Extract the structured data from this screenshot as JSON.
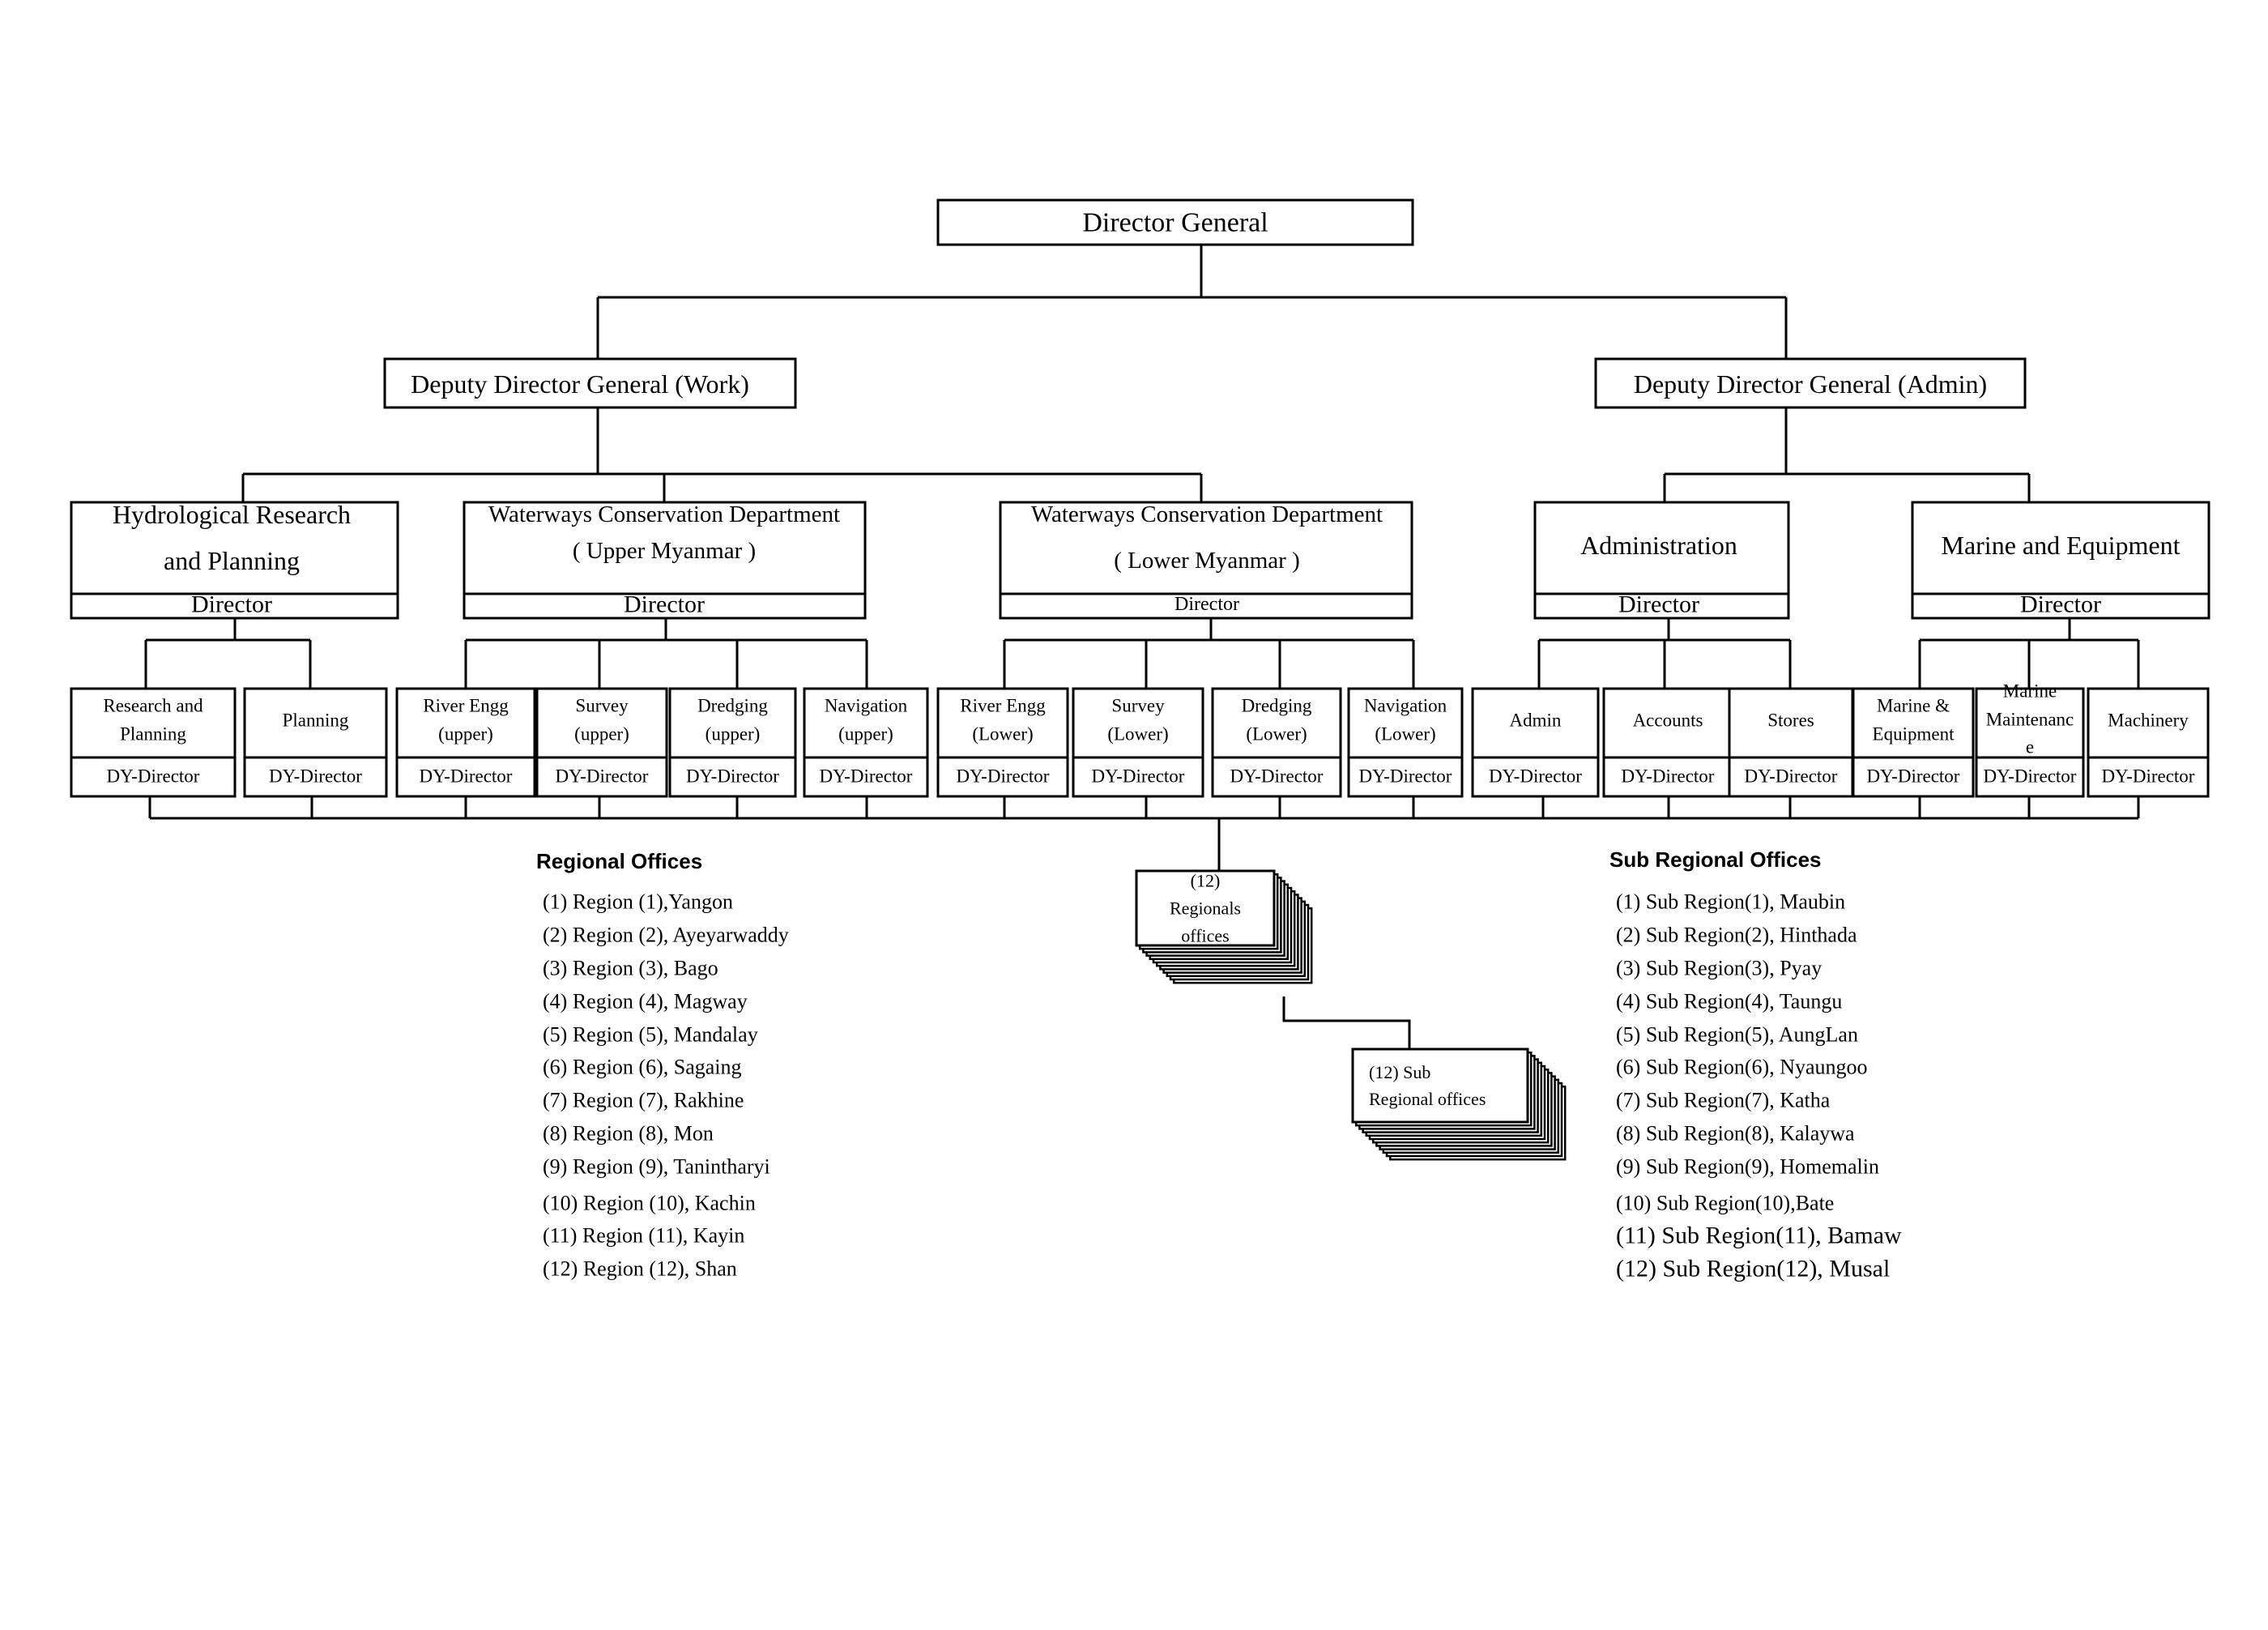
{
  "colors": {
    "line": "#000000",
    "box": "#ffffff",
    "text": "#000000"
  },
  "top": {
    "label": "Director General"
  },
  "deputies": [
    {
      "label": "Deputy Director General (Work)"
    },
    {
      "label": "Deputy Director General (Admin)"
    }
  ],
  "departments": [
    {
      "lines": [
        "Hydrological Research",
        "and Planning"
      ],
      "role": "Director"
    },
    {
      "lines": [
        "Waterways Conservation Department",
        "( Upper Myanmar )"
      ],
      "role": "Director"
    },
    {
      "lines": [
        "Waterways Conservation Department",
        "( Lower Myanmar )"
      ],
      "role": "Director"
    },
    {
      "lines": [
        "Administration"
      ],
      "role": "Director"
    },
    {
      "lines": [
        "Marine and Equipment"
      ],
      "role": "Director"
    }
  ],
  "sections": [
    {
      "lines": [
        "Research and",
        "Planning"
      ],
      "role": "DY-Director"
    },
    {
      "lines": [
        "Planning"
      ],
      "role": "DY-Director"
    },
    {
      "lines": [
        "River Engg",
        "(upper)"
      ],
      "role": "DY-Director"
    },
    {
      "lines": [
        "Survey",
        "(upper)"
      ],
      "role": "DY-Director"
    },
    {
      "lines": [
        "Dredging",
        "(upper)"
      ],
      "role": "DY-Director"
    },
    {
      "lines": [
        "Navigation",
        "(upper)"
      ],
      "role": "DY-Director"
    },
    {
      "lines": [
        "River Engg",
        "(Lower)"
      ],
      "role": "DY-Director"
    },
    {
      "lines": [
        "Survey",
        "(Lower)"
      ],
      "role": "DY-Director"
    },
    {
      "lines": [
        "Dredging",
        "(Lower)"
      ],
      "role": "DY-Director"
    },
    {
      "lines": [
        "Navigation",
        "(Lower)"
      ],
      "role": "DY-Director"
    },
    {
      "lines": [
        "Admin"
      ],
      "role": "DY-Director"
    },
    {
      "lines": [
        "Accounts"
      ],
      "role": "DY-Director"
    },
    {
      "lines": [
        "Stores"
      ],
      "role": "DY-Director"
    },
    {
      "lines": [
        "Marine &",
        "Equipment"
      ],
      "role": "DY-Director"
    },
    {
      "lines": [
        "Marine",
        "Maintenanc",
        "e"
      ],
      "role": "DY-Director"
    },
    {
      "lines": [
        "Machinery"
      ],
      "role": "DY-Director"
    }
  ],
  "regional_stack": {
    "lines": [
      "(12)",
      "Regionals",
      "offices"
    ]
  },
  "subregional_stack": {
    "lines": [
      "(12) Sub",
      "Regional offices"
    ]
  },
  "regional_offices": {
    "title": "Regional Offices",
    "items": [
      "(1) Region (1),Yangon",
      "(2) Region (2), Ayeyarwaddy",
      "(3) Region (3), Bago",
      "(4) Region (4), Magway",
      "(5) Region (5), Mandalay",
      "(6) Region (6), Sagaing",
      "(7) Region (7), Rakhine",
      "(8) Region (8), Mon",
      "(9) Region (9), Tanintharyi",
      "(10) Region (10), Kachin",
      "(11) Region (11), Kayin",
      "(12) Region (12), Shan"
    ]
  },
  "sub_regional_offices": {
    "title": "Sub Regional Offices",
    "items": [
      "(1) Sub Region(1), Maubin",
      "(2) Sub Region(2), Hinthada",
      "(3) Sub Region(3), Pyay",
      "(4) Sub Region(4), Taungu",
      "(5) Sub Region(5), AungLan",
      "(6) Sub Region(6), Nyaungoo",
      "(7) Sub Region(7), Katha",
      "(8) Sub Region(8), Kalaywa",
      "(9) Sub Region(9), Homemalin",
      "(10) Sub Region(10),Bate",
      "(11) Sub Region(11), Bamaw",
      "(12) Sub Region(12), Musal"
    ]
  }
}
